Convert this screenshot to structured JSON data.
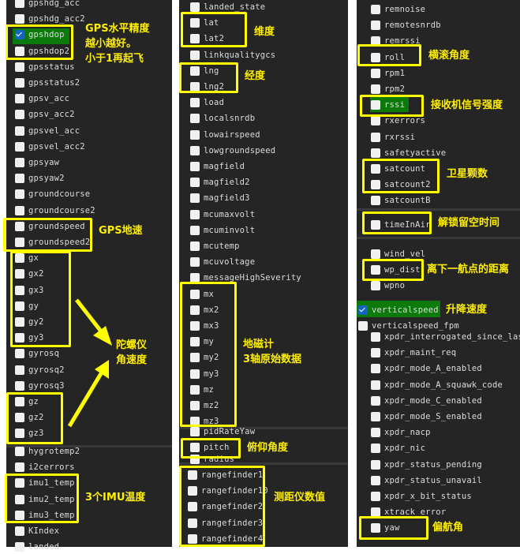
{
  "columns": [
    {
      "segments": [
        {
          "items": [
            {
              "label": "gpshdg_acc"
            },
            {
              "label": "gpshdg_acc2"
            },
            {
              "label": "gpshdop",
              "checked": true
            },
            {
              "label": "gpshdop2"
            },
            {
              "label": "gpsstatus"
            },
            {
              "label": "gpsstatus2"
            },
            {
              "label": "gpsv_acc"
            },
            {
              "label": "gpsv_acc2"
            },
            {
              "label": "gpsvel_acc"
            },
            {
              "label": "gpsvel_acc2"
            },
            {
              "label": "gpsyaw"
            },
            {
              "label": "gpsyaw2"
            },
            {
              "label": "groundcourse"
            },
            {
              "label": "groundcourse2"
            },
            {
              "label": "groundspeed"
            },
            {
              "label": "groundspeed2"
            },
            {
              "label": "gx"
            },
            {
              "label": "gx2"
            },
            {
              "label": "gx3"
            },
            {
              "label": "gy"
            },
            {
              "label": "gy2"
            },
            {
              "label": "gy3"
            },
            {
              "label": "gyrosq"
            },
            {
              "label": "gyrosq2"
            },
            {
              "label": "gyrosq3"
            },
            {
              "label": "gz"
            },
            {
              "label": "gz2"
            },
            {
              "label": "gz3"
            }
          ]
        },
        {
          "items": [
            {
              "label": "hygrotemp2"
            },
            {
              "label": "i2cerrors"
            },
            {
              "label": "imu1_temp"
            },
            {
              "label": "imu2_temp"
            },
            {
              "label": "imu3_temp"
            },
            {
              "label": "KIndex"
            },
            {
              "label": "landed"
            }
          ]
        }
      ]
    },
    {
      "segments": [
        {
          "items": [
            {
              "label": "landed_state"
            },
            {
              "label": "lat"
            },
            {
              "label": "lat2"
            },
            {
              "label": "linkqualitygcs"
            },
            {
              "label": "lng"
            },
            {
              "label": "lng2"
            },
            {
              "label": "load"
            },
            {
              "label": "localsnrdb"
            },
            {
              "label": "lowairspeed"
            },
            {
              "label": "lowgroundspeed"
            },
            {
              "label": "magfield"
            },
            {
              "label": "magfield2"
            },
            {
              "label": "magfield3"
            },
            {
              "label": "mcumaxvolt"
            },
            {
              "label": "mcuminvolt"
            },
            {
              "label": "mcutemp"
            },
            {
              "label": "mcuvoltage"
            },
            {
              "label": "messageHighSeverity"
            },
            {
              "label": "mx"
            },
            {
              "label": "mx2"
            },
            {
              "label": "mx3"
            },
            {
              "label": "my"
            },
            {
              "label": "my2"
            },
            {
              "label": "my3"
            },
            {
              "label": "mz"
            },
            {
              "label": "mz2"
            },
            {
              "label": "mz3"
            }
          ]
        },
        {
          "items": [
            {
              "label": "pidRateYaw"
            },
            {
              "label": "pitch"
            }
          ]
        },
        {
          "items": [
            {
              "label": "radius"
            }
          ]
        },
        {
          "items": [
            {
              "label": "rangefinder1"
            },
            {
              "label": "rangefinder10"
            },
            {
              "label": "rangefinder2"
            },
            {
              "label": "rangefinder3"
            },
            {
              "label": "rangefinder4"
            }
          ]
        }
      ]
    },
    {
      "segments": [
        {
          "items": [
            {
              "label": "remnoise"
            },
            {
              "label": "remotesnrdb"
            },
            {
              "label": "remrssi"
            },
            {
              "label": "roll"
            },
            {
              "label": "rpm1"
            },
            {
              "label": "rpm2"
            },
            {
              "label": "rssi",
              "highlight": true
            },
            {
              "label": "rxerrors"
            },
            {
              "label": "rxrssi"
            },
            {
              "label": "safetyactive"
            },
            {
              "label": "satcount"
            },
            {
              "label": "satcount2"
            },
            {
              "label": "satcountB"
            }
          ]
        },
        {
          "items": [
            {
              "label": "timeInAir"
            }
          ]
        },
        {
          "items": [
            {
              "label": "wind_vel"
            },
            {
              "label": "wp_dist"
            },
            {
              "label": "wpno"
            }
          ]
        },
        {
          "items": [
            {
              "label": "verticalspeed",
              "checked": true
            },
            {
              "label": "verticalspeed_fpm"
            }
          ]
        },
        {
          "items": [
            {
              "label": "xpdr_interrogated_since_last"
            },
            {
              "label": "xpdr_maint_req"
            },
            {
              "label": "xpdr_mode_A_enabled"
            },
            {
              "label": "xpdr_mode_A_squawk_code"
            },
            {
              "label": "xpdr_mode_C_enabled"
            },
            {
              "label": "xpdr_mode_S_enabled"
            },
            {
              "label": "xpdr_nacp"
            },
            {
              "label": "xpdr_nic"
            },
            {
              "label": "xpdr_status_pending"
            },
            {
              "label": "xpdr_status_unavail"
            },
            {
              "label": "xpdr_x_bit_status"
            },
            {
              "label": "xtrack_error"
            },
            {
              "label": "yaw"
            }
          ]
        }
      ]
    }
  ],
  "annotations": {
    "gpshdop": "GPS水平精度\n越小越好。\n小于1再起飞",
    "groundspeed": "GPS地速",
    "gyro": "陀螺仪\n角速度",
    "imu_temp": "3个IMU温度",
    "lat": "维度",
    "lng": "经度",
    "mag": "地磁计\n3轴原始数据",
    "pitch": "俯仰角度",
    "rangefinder": "测距仪数值",
    "roll": "横滚角度",
    "rssi": "接收机信号强度",
    "satcount": "卫星颗数",
    "timeinair": "解锁留空时间",
    "wp_dist": "离下一航点的距离",
    "verticalspeed": "升降速度",
    "yaw": "偏航角"
  },
  "colors": {
    "annotation": "#ffff00",
    "highlight": "#0b7a0b",
    "panel": "#252526"
  }
}
